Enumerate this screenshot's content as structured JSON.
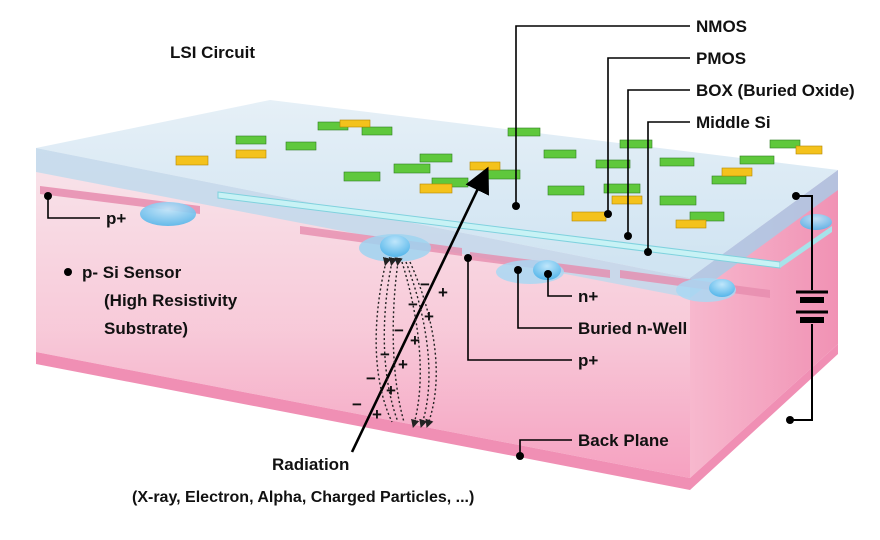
{
  "title": "LSI Circuit",
  "labels": {
    "nmos": "NMOS",
    "pmos": "PMOS",
    "box": "BOX (Buried Oxide)",
    "middle_si": "Middle Si",
    "p_plus_left": "p+",
    "p_minus": "p-  Si Sensor",
    "high_res": "(High Resistivity",
    "substrate": "Substrate)",
    "n_plus": "n+",
    "buried_nwell": "Buried n-Well",
    "p_plus_center": "p+",
    "back_plane": "Back Plane",
    "radiation": "Radiation",
    "radiation_types": "(X-ray, Electron, Alpha, Charged Particles, ...)"
  },
  "carriers": {
    "minus": "−",
    "plus": "+"
  },
  "colors": {
    "substrate_top": "#f6dbe3",
    "substrate_bottom": "#f7a9c5",
    "box_layer": "#d7ecf8",
    "implant": "#7ec8ef",
    "nwell": "#a9d8f3",
    "gate_green": "#5fc83c",
    "gate_yellow": "#f4c21c"
  }
}
